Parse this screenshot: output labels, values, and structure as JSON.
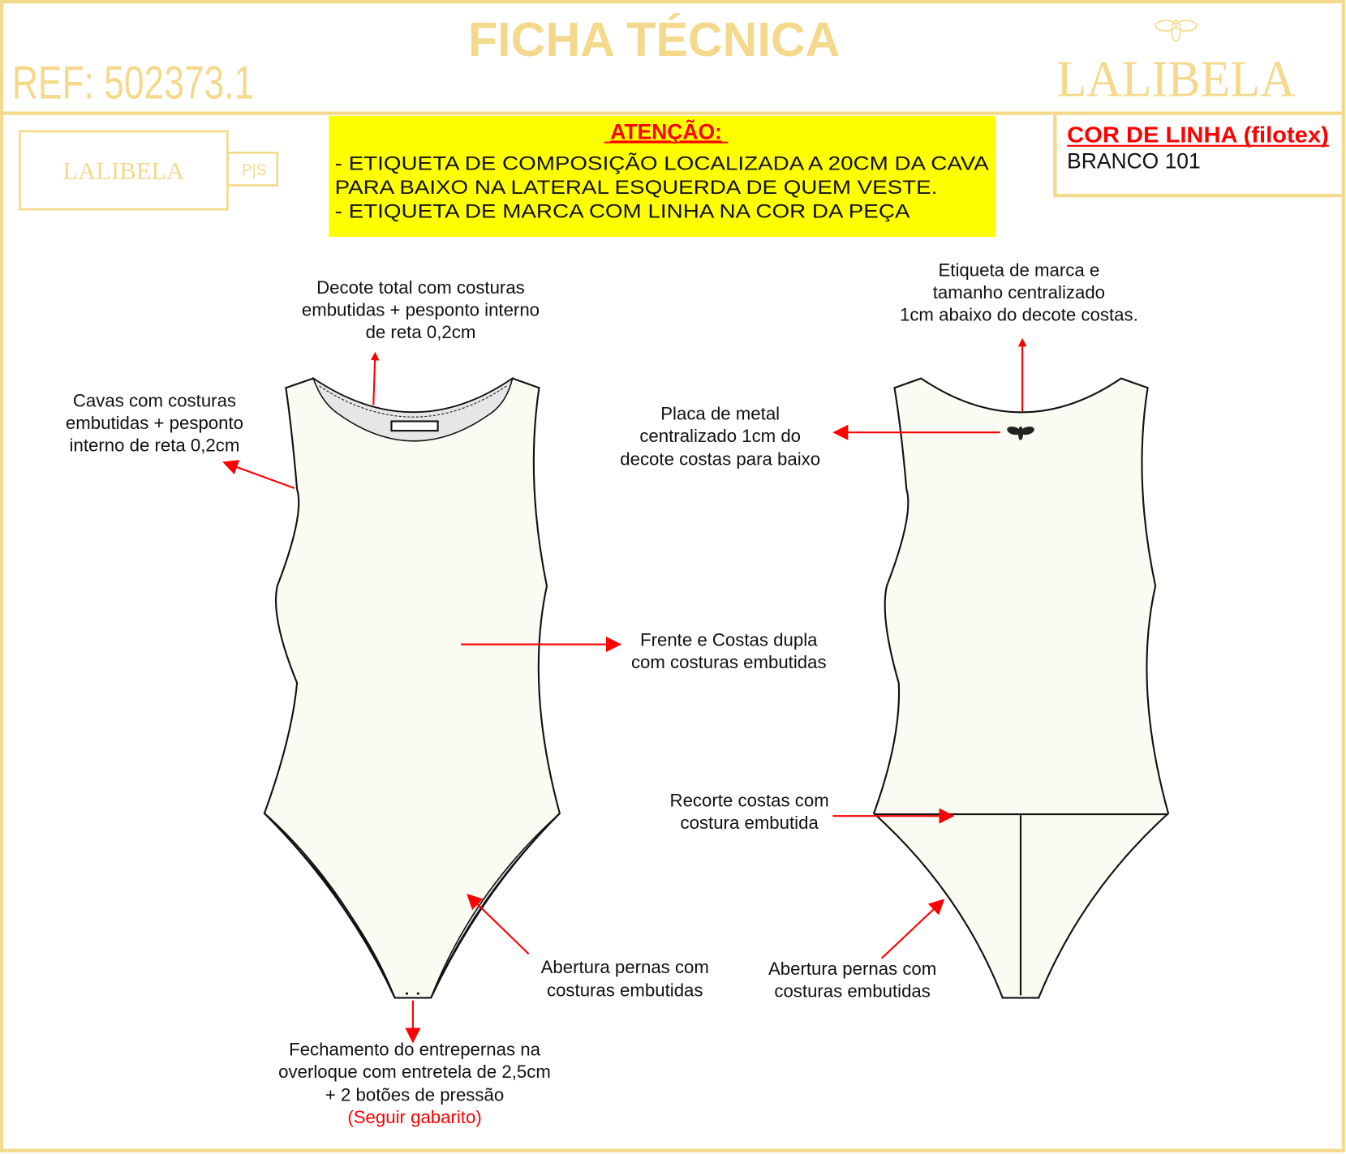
{
  "header": {
    "title": "FICHA TÉCNICA",
    "ref": "REF: 502373.1",
    "brand": "LALIBELA"
  },
  "label_tag": {
    "brand": "LALIBELA",
    "size": "P|S"
  },
  "attention": {
    "title": "ATENÇÃO:",
    "lines": [
      "- ETIQUETA DE COMPOSIÇÃO LOCALIZADA A 20CM DA CAVA",
      "PARA BAIXO NA LATERAL ESQUERDA DE QUEM VESTE.",
      "- ETIQUETA DE MARCA COM LINHA NA COR DA PEÇA"
    ]
  },
  "thread_color": {
    "title": "COR DE LINHA (filotex)",
    "value": "BRANCO 101"
  },
  "annotations": {
    "neckline": [
      "Decote total com costuras",
      "embutidas + pesponto interno",
      "de reta 0,2cm"
    ],
    "armholes": [
      "Cavas com costuras",
      "embutidas + pesponto",
      "interno de reta 0,2cm"
    ],
    "brand_label": [
      "Etiqueta de marca e",
      "tamanho centralizado",
      "1cm abaixo do decote costas."
    ],
    "metal_plate": [
      "Placa de metal",
      "centralizado 1cm do",
      "decote costas para baixo"
    ],
    "front_back": [
      "Frente e Costas dupla",
      "com costuras embutidas"
    ],
    "back_seam": [
      "Recorte costas com",
      "costura embutida"
    ],
    "leg_front": [
      "Abertura pernas com",
      "costuras embutidas"
    ],
    "leg_back": [
      "Abertura pernas com",
      "costuras embutidas"
    ],
    "crotch": [
      "Fechamento do entrepernas na",
      "overloque com entretela de 2,5cm",
      "+ 2 botões de pressão"
    ],
    "crotch_note": "(Seguir gabarito)"
  },
  "colors": {
    "gold": "#F4D98C",
    "alert": "#FF0000",
    "highlight": "#FFFF00"
  }
}
